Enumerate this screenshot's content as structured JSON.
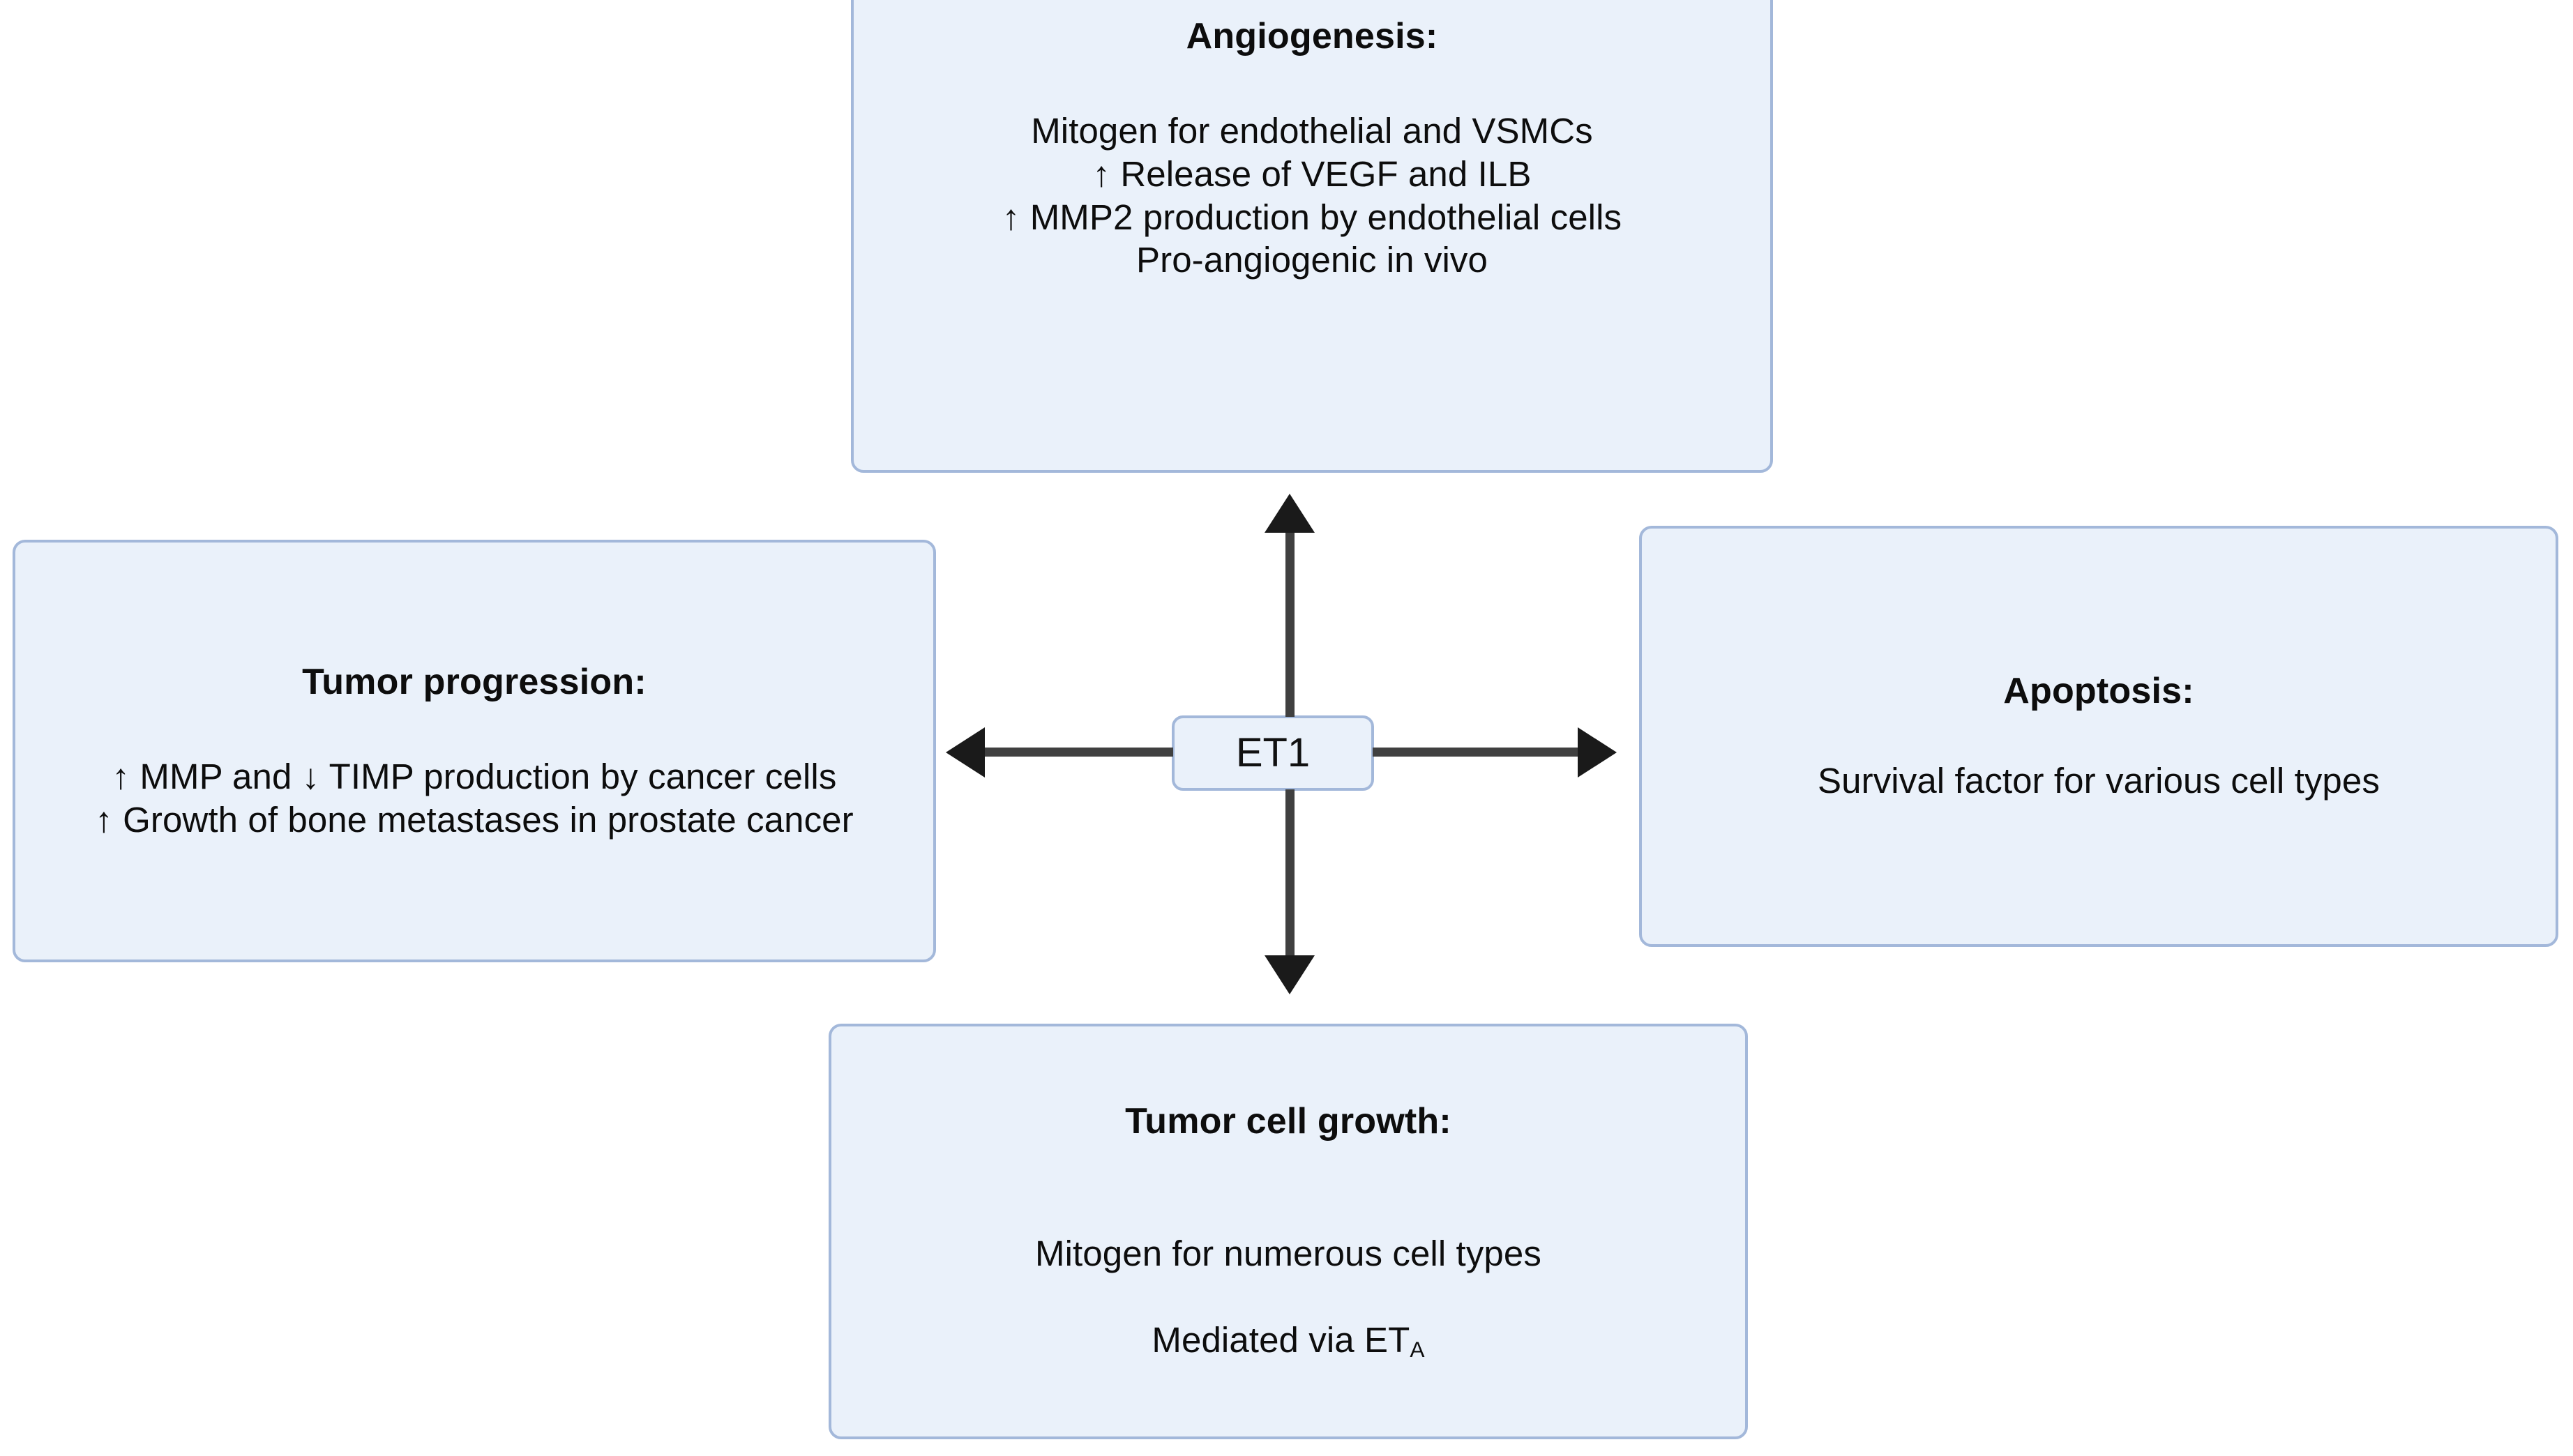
{
  "diagram": {
    "center_node": {
      "label": "ET1",
      "name": "et1-node"
    },
    "nodes": {
      "angiogenesis": {
        "title": "Angiogenesis:",
        "body": "Mitogen for endothelial and VSMCs\n↑ Release of VEGF and ILB\n↑ MMP2 production by endothelial cells\nPro-angiogenic in vivo"
      },
      "tumor_progression": {
        "title": "Tumor progression:",
        "body": "↑ MMP and ↓ TIMP production by cancer cells\n↑ Growth of bone metastases in prostate cancer"
      },
      "apoptosis": {
        "title": "Apoptosis:",
        "body": "Survival factor for various cell types"
      },
      "tumor_cell_growth": {
        "title": "Tumor cell growth:",
        "body_line1": "Mitogen for numerous cell types",
        "body_line2_prefix": "Mediated via ET",
        "body_line2_subscript": "A"
      }
    },
    "arrows": [
      {
        "name": "arrow-to-angiogenesis",
        "direction": "up",
        "from": "ET1",
        "to": "Angiogenesis"
      },
      {
        "name": "arrow-to-tumor-progression",
        "direction": "left",
        "from": "ET1",
        "to": "Tumor progression"
      },
      {
        "name": "arrow-to-apoptosis",
        "direction": "right",
        "from": "ET1",
        "to": "Apoptosis"
      },
      {
        "name": "arrow-to-tumor-cell-growth",
        "direction": "down",
        "from": "ET1",
        "to": "Tumor cell growth"
      }
    ],
    "colors": {
      "box_fill": "#eaf1fa",
      "box_border": "#a3b8da",
      "arrow": "#404040",
      "arrowhead": "#1a1a1a",
      "text": "#0d0d0d",
      "background": "#ffffff"
    }
  }
}
